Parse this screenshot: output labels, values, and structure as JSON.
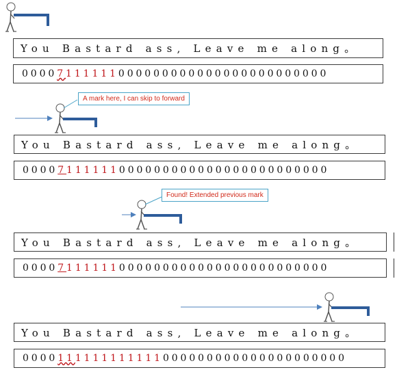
{
  "sentence": "You Bastard ass, Leave me along。",
  "rows": [
    {
      "pre": "0000",
      "mark": "7",
      "red": "111111",
      "post": "000000000000000000000000"
    },
    {
      "pre": "0000",
      "mark": "7",
      "red": "111111",
      "post": "000000000000000000000000"
    },
    {
      "pre": "0000",
      "mark": "7",
      "red": "111111",
      "post": "000000000000000000000000"
    },
    {
      "pre": "0000",
      "mark": "11",
      "red": "1111111111",
      "post": "000000000000000000000"
    }
  ],
  "callouts": {
    "first": "A mark here, I can skip to forward",
    "second": "Found! Extended previous mark"
  },
  "colors": {
    "accent": "#c0181c",
    "plank": "#2e5c9a",
    "arrow": "#4f81bd",
    "callout_border": "#4aa3c7"
  },
  "icons": [
    "walking-figure-icon",
    "plank-icon",
    "arrow-icon"
  ]
}
